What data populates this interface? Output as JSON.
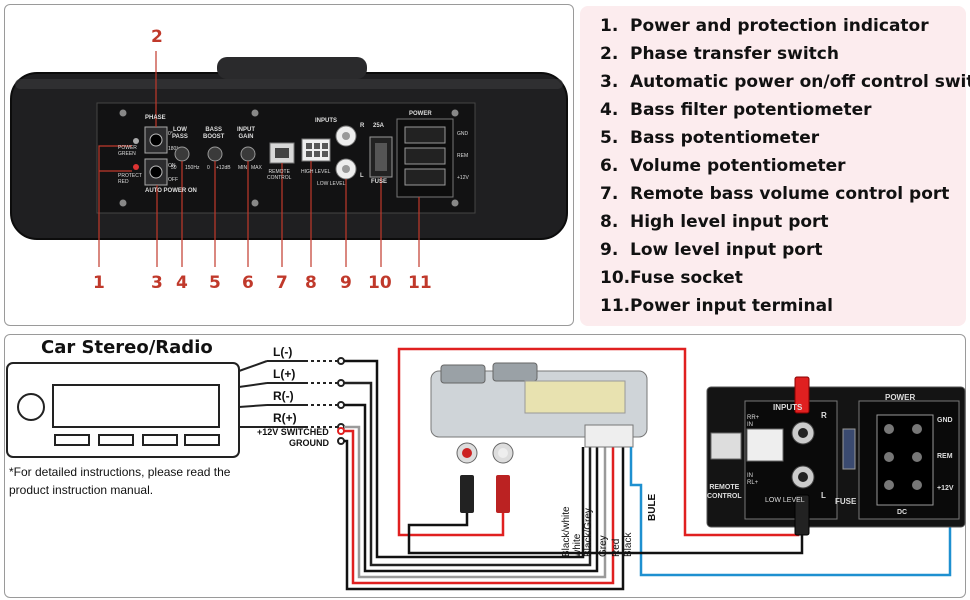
{
  "callouts": {
    "top": "2",
    "bottom": [
      "1",
      "3",
      "4",
      "5",
      "6",
      "7",
      "8",
      "9",
      "10",
      "11"
    ]
  },
  "legend": [
    {
      "num": "1.",
      "text": "Power and protection indicator"
    },
    {
      "num": "2.",
      "text": "Phase transfer switch"
    },
    {
      "num": "3.",
      "text": "Automatic power on/off control switch"
    },
    {
      "num": "4.",
      "text": "Bass filter potentiometer"
    },
    {
      "num": "5.",
      "text": "Bass potentiometer"
    },
    {
      "num": "6.",
      "text": "Volume potentiometer"
    },
    {
      "num": "7.",
      "text": "Remote bass volume control port"
    },
    {
      "num": "8.",
      "text": "High level input port"
    },
    {
      "num": "9.",
      "text": "Low level input port"
    },
    {
      "num": "10.",
      "text": "Fuse socket"
    },
    {
      "num": "11.",
      "text": "Power input terminal"
    }
  ],
  "panel_labels": {
    "phase": "PHASE",
    "low_pass": "LOW\nPASS",
    "bass_boost": "BASS\nBOOST",
    "input_gain": "INPUT\nGAIN",
    "power_green": "POWER\nGREEN",
    "protect_red": "PROTECT\nRED",
    "auto_power": "AUTO POWER ON",
    "remote_control": "REMOTE\nCONTROL",
    "inputs": "INPUTS",
    "r": "R",
    "l": "L",
    "high_level": "HIGH LEVEL",
    "low_level": "LOW LEVEL",
    "fuse_rating": "25A",
    "fuse": "FUSE",
    "power": "POWER",
    "gnd": "GND",
    "rem": "REM",
    "plus12": "+12V",
    "deg0": "0°",
    "deg180": "180°",
    "on": "ON",
    "off": "OFF",
    "lp_scale": [
      "50",
      "150Hz"
    ],
    "bb_scale": [
      "0",
      "+12dB"
    ],
    "gain_scale": [
      "MIN",
      "MAX"
    ]
  },
  "wiring": {
    "stereo_title": "Car Stereo/Radio",
    "outputs": [
      "L(-)",
      "L(+)",
      "R(-)",
      "R(+)",
      "+12V SWITCHED",
      "GROUND"
    ],
    "note": "*For detailed instructions, please read the product instruction manual.",
    "wire_colors": [
      "Black/white",
      "white",
      "Black/Grey",
      "Grey",
      "Red",
      "Black"
    ],
    "bule": "BULE",
    "amp_labels": {
      "inputs": "INPUTS",
      "rr_in": "RR+\nIN",
      "rl_in": "IN\nRL+",
      "r": "R",
      "l": "L",
      "low_level": "LOW LEVEL",
      "remote_control": "REMOTE\nCONTROL",
      "fuse": "FUSE",
      "power": "POWER",
      "gnd": "GND",
      "rem": "REM",
      "plus12": "+12V",
      "dc": "DC"
    }
  },
  "colors": {
    "callout": "#c0392b",
    "legend_bg": "#fcecee",
    "wire_red": "#e02020",
    "wire_black": "#111111",
    "wire_blue": "#1e90d0",
    "wire_grey": "#9a9a9a"
  }
}
